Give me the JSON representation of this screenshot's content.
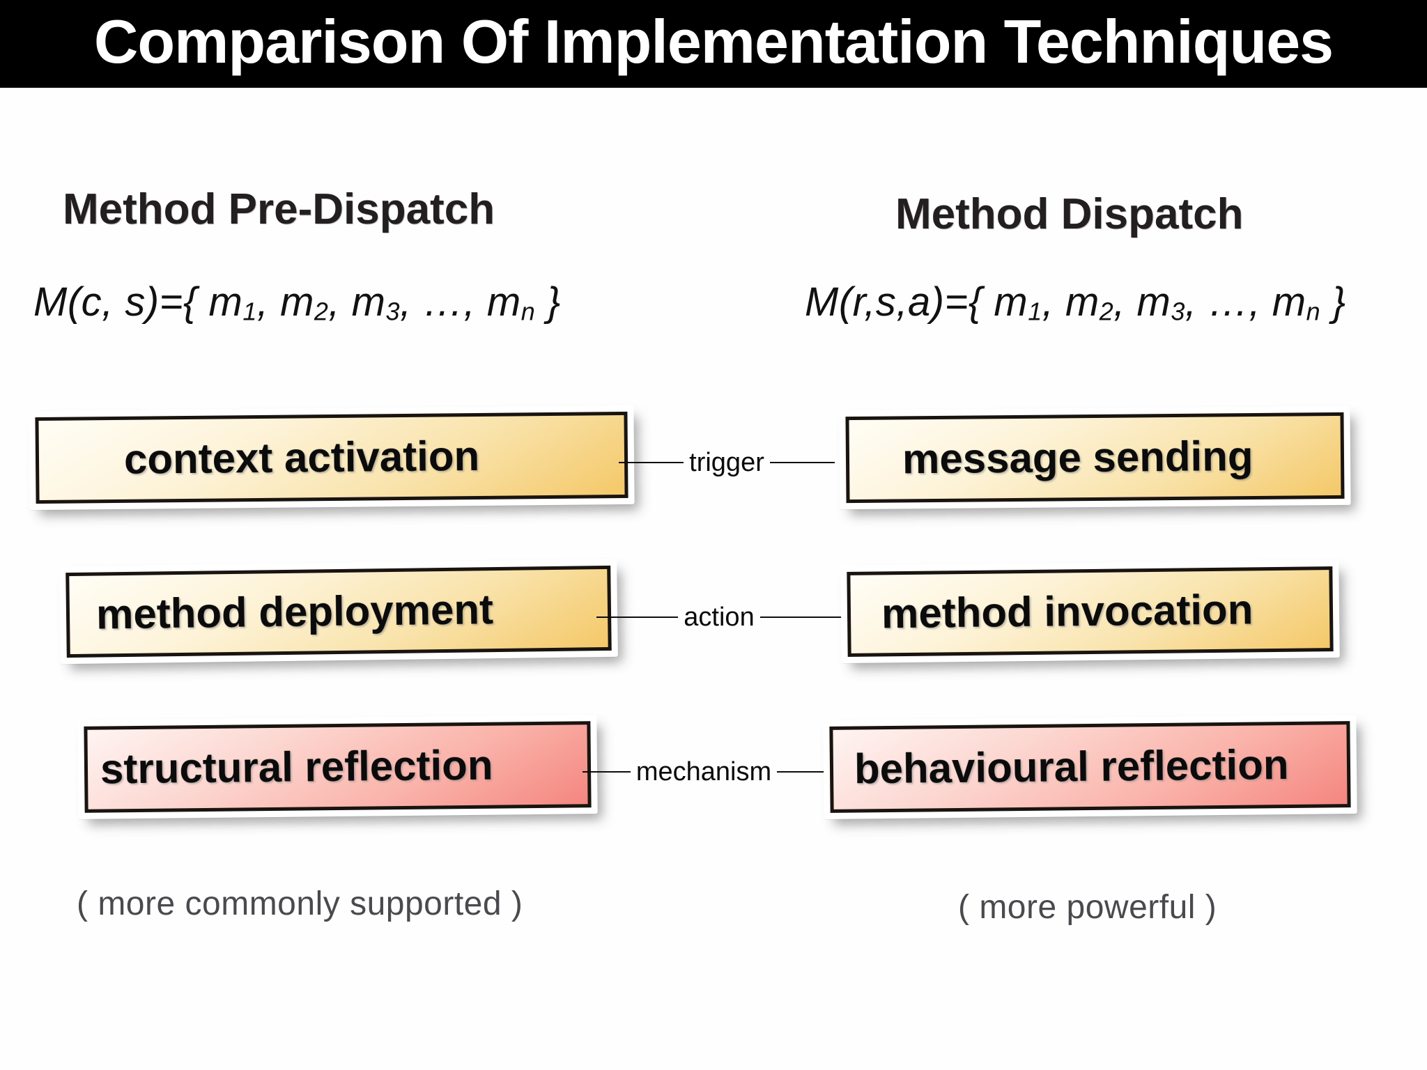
{
  "title": "Comparison Of Implementation Techniques",
  "columns": {
    "left": {
      "heading": "Method Pre-Dispatch",
      "formula": {
        "prefix": "M(c, s)={ m",
        "s1": "1",
        "mid1": ", m",
        "s2": "2",
        "mid2": ", m",
        "s3": "3",
        "mid3": ", …, m",
        "s4": "n",
        "suffix": " }"
      },
      "caption": "( more commonly supported )"
    },
    "right": {
      "heading": "Method Dispatch",
      "formula": {
        "prefix": "M(r,s,a)={ m",
        "s1": "1",
        "mid1": ", m",
        "s2": "2",
        "mid2": ", m",
        "s3": "3",
        "mid3": ", …, m",
        "s4": "n",
        "suffix": " }"
      },
      "caption": "( more powerful )"
    }
  },
  "rows": [
    {
      "left_label": "context activation",
      "connector_label": "trigger",
      "right_label": "message sending",
      "color": "yellow"
    },
    {
      "left_label": "method deployment",
      "connector_label": "action",
      "right_label": "method invocation",
      "color": "yellow"
    },
    {
      "left_label": "structural reflection",
      "connector_label": "mechanism",
      "right_label": "behavioural reflection",
      "color": "pink"
    }
  ],
  "colors": {
    "banner_background": "#000000",
    "banner_text": "#ffffff",
    "page_background": "#fefefe",
    "heading_text": "#231f20",
    "yellow_box_top": "#fffdf6",
    "yellow_box_bottom": "#f4c868",
    "pink_box_top": "#fff4f2",
    "pink_box_bottom": "#f4867f",
    "box_border": "#191410",
    "box_frame": "#ffffff",
    "connector_line": "#0d0d0d",
    "caption_text": "#4a4a4e"
  }
}
